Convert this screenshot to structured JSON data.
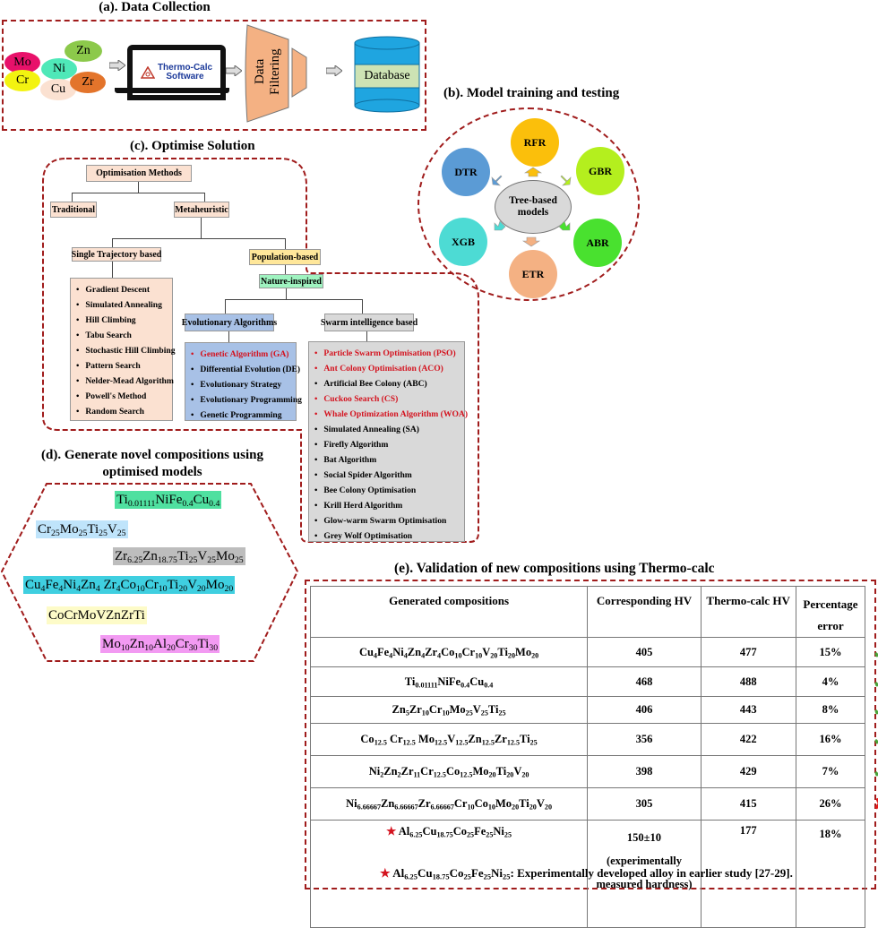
{
  "panel_a": {
    "title": "(a). Data Collection",
    "elements": [
      "Mo",
      "Zn",
      "Ni",
      "Cr",
      "Cu",
      "Zr"
    ],
    "software_line1": "Thermo-Calc",
    "software_line2": "Software",
    "filter_label_1": "Data",
    "filter_label_2": "Filtering",
    "database_label": "Database"
  },
  "panel_b": {
    "title": "(b). Model training and testing",
    "center_line1": "Tree-based",
    "center_line2": "models",
    "models": [
      "RFR",
      "GBR",
      "ABR",
      "ETR",
      "XGB",
      "DTR"
    ]
  },
  "panel_c": {
    "title": "(c). Optimise Solution",
    "root": "Optimisation Methods",
    "traditional": "Traditional",
    "metaheuristic": "Metaheuristic",
    "single_trajectory": "Single Trajectory based",
    "population": "Population-based",
    "nature": "Nature-inspired",
    "evolutionary": "Evolutionary Algorithms",
    "swarm": "Swarm intelligence based",
    "single_list": [
      "Gradient Descent",
      "Simulated Annealing",
      "Hill Climbing",
      "Tabu Search",
      "Stochastic Hill Climbing",
      "Pattern Search",
      "Nelder-Mead Algorithm",
      "Powell's Method",
      "Random Search"
    ],
    "evolutionary_list": [
      {
        "text": "Genetic Algorithm (GA)",
        "highlight": true
      },
      {
        "text": "Differential Evolution (DE)",
        "highlight": false
      },
      {
        "text": "Evolutionary Strategy",
        "highlight": false
      },
      {
        "text": "Evolutionary Programming",
        "highlight": false
      },
      {
        "text": "Genetic Programming",
        "highlight": false
      }
    ],
    "swarm_list": [
      {
        "text": "Particle Swarm Optimisation (PSO)",
        "highlight": true
      },
      {
        "text": "Ant Colony Optimisation (ACO)",
        "highlight": true
      },
      {
        "text": "Artificial Bee Colony (ABC)",
        "highlight": false
      },
      {
        "text": "Cuckoo Search (CS)",
        "highlight": true
      },
      {
        "text": "Whale Optimization Algorithm (WOA)",
        "highlight": true
      },
      {
        "text": "Simulated Annealing (SA)",
        "highlight": false
      },
      {
        "text": "Firefly Algorithm",
        "highlight": false
      },
      {
        "text": "Bat Algorithm",
        "highlight": false
      },
      {
        "text": "Social Spider Algorithm",
        "highlight": false
      },
      {
        "text": "Bee Colony Optimisation",
        "highlight": false
      },
      {
        "text": "Krill Herd Algorithm",
        "highlight": false
      },
      {
        "text": "Glow-warm Swarm Optimisation",
        "highlight": false
      },
      {
        "text": "Grey Wolf Optimisation",
        "highlight": false
      }
    ],
    "highlight_color": "#d4131f"
  },
  "panel_d": {
    "title_line1": "(d). Generate novel compositions using",
    "title_line2": "optimised models",
    "compositions": [
      {
        "formula": [
          [
            "Ti",
            "0.01111"
          ],
          [
            "NiFe",
            "0.4"
          ],
          [
            "Cu",
            "0.4"
          ]
        ],
        "color": "#4fe0a0"
      },
      {
        "formula": [
          [
            "Cr",
            "25"
          ],
          [
            "Mo",
            "25"
          ],
          [
            "Ti",
            "25"
          ],
          [
            "V",
            "25"
          ]
        ],
        "color": "#bfe4fb"
      },
      {
        "formula": [
          [
            "Zr",
            "6.25"
          ],
          [
            "Zn",
            "18.75"
          ],
          [
            "Ti",
            "25"
          ],
          [
            "V",
            "25"
          ],
          [
            "Mo",
            "25"
          ]
        ],
        "color": "#bdbdbd"
      },
      {
        "formula": [
          [
            "Cu",
            "4"
          ],
          [
            "Fe",
            "4"
          ],
          [
            "Ni",
            "4"
          ],
          [
            "Zn",
            "4"
          ],
          [
            " Zr",
            "4"
          ],
          [
            "Co",
            "10"
          ],
          [
            "Cr",
            "10"
          ],
          [
            "Ti",
            "20"
          ],
          [
            "V",
            "20"
          ],
          [
            "Mo",
            "20"
          ]
        ],
        "color": "#3fcfe0"
      },
      {
        "formula": [
          [
            "CoCrMoVZnZrTi",
            ""
          ]
        ],
        "color": "#fdfbc8"
      },
      {
        "formula": [
          [
            "Mo",
            "10"
          ],
          [
            "Zn",
            "10"
          ],
          [
            "Al",
            "20"
          ],
          [
            "Cr",
            "30"
          ],
          [
            "Ti",
            "30"
          ]
        ],
        "color": "#f29af2"
      }
    ]
  },
  "panel_e": {
    "title": "(e). Validation of new compositions using Thermo-calc",
    "headers": [
      "Generated compositions",
      "Corresponding HV",
      "Thermo-calc HV",
      "Percentage error"
    ],
    "rows": [
      {
        "formula": [
          [
            "Cu",
            "4"
          ],
          [
            "Fe",
            "4"
          ],
          [
            "Ni",
            "4"
          ],
          [
            "Zn",
            "4"
          ],
          [
            "Zr",
            "4"
          ],
          [
            "Co",
            "10"
          ],
          [
            "Cr",
            "10"
          ],
          [
            "V",
            "20"
          ],
          [
            "Ti",
            "20"
          ],
          [
            "Mo",
            "20"
          ]
        ],
        "corresponding_hv": "405",
        "thermocalc_hv": "477",
        "error": "15%",
        "status": "pass"
      },
      {
        "formula": [
          [
            "Ti",
            "0.01111"
          ],
          [
            "NiFe",
            "0.4"
          ],
          [
            "Cu",
            "0.4"
          ]
        ],
        "corresponding_hv": "468",
        "thermocalc_hv": "488",
        "error": "4%",
        "status": "pass"
      },
      {
        "formula": [
          [
            "Zn",
            "5"
          ],
          [
            "Zr",
            "10"
          ],
          [
            "Cr",
            "10"
          ],
          [
            "Mo",
            "25"
          ],
          [
            "V",
            "25"
          ],
          [
            "Ti",
            "25"
          ]
        ],
        "corresponding_hv": "406",
        "thermocalc_hv": "443",
        "error": "8%",
        "status": "pass"
      },
      {
        "formula": [
          [
            "Co",
            "12.5"
          ],
          [
            " Cr",
            "12.5"
          ],
          [
            " Mo",
            "12.5"
          ],
          [
            "V",
            "12.5"
          ],
          [
            "Zn",
            "12.5"
          ],
          [
            "Zr",
            "12.5"
          ],
          [
            "Ti",
            "25"
          ]
        ],
        "corresponding_hv": "356",
        "thermocalc_hv": "422",
        "error": "16%",
        "status": "pass"
      },
      {
        "formula": [
          [
            "Ni",
            "2"
          ],
          [
            "Zn",
            "2"
          ],
          [
            "Zr",
            "11"
          ],
          [
            "Cr",
            "12.5"
          ],
          [
            "Co",
            "12.5"
          ],
          [
            "Mo",
            "20"
          ],
          [
            "Ti",
            "20"
          ],
          [
            "V",
            "20"
          ]
        ],
        "corresponding_hv": "398",
        "thermocalc_hv": "429",
        "error": "7%",
        "status": "pass"
      },
      {
        "formula": [
          [
            "Ni",
            "6.66667"
          ],
          [
            "Zn",
            "6.66667"
          ],
          [
            "Zr",
            "6.66667"
          ],
          [
            "Cr",
            "10"
          ],
          [
            "Co",
            "10"
          ],
          [
            "Mo",
            "20"
          ],
          [
            "Ti",
            "20"
          ],
          [
            "V",
            "20"
          ]
        ],
        "corresponding_hv": "305",
        "thermocalc_hv": "415",
        "error": "26%",
        "status": "fail"
      },
      {
        "formula": [
          [
            "Al",
            "6.25"
          ],
          [
            "Cu",
            "18.75"
          ],
          [
            "Co",
            "25"
          ],
          [
            "Fe",
            "25"
          ],
          [
            "Ni",
            "25"
          ]
        ],
        "starred": true,
        "corresponding_hv": "150±10",
        "corresponding_note_1": "(experimentally",
        "corresponding_note_2": "measured hardness)",
        "thermocalc_hv": "177",
        "error": "18%",
        "status": "none"
      }
    ],
    "footnote_formula": [
      [
        "Al",
        "6.25"
      ],
      [
        "Cu",
        "18.75"
      ],
      [
        "Co",
        "25"
      ],
      [
        "Fe",
        "25"
      ],
      [
        "Ni",
        "25"
      ]
    ],
    "footnote_text": ": Experimentally developed alloy in earlier study [27-29].",
    "pass_symbol": "✓",
    "fail_symbol": "✘",
    "star_symbol": "★"
  }
}
